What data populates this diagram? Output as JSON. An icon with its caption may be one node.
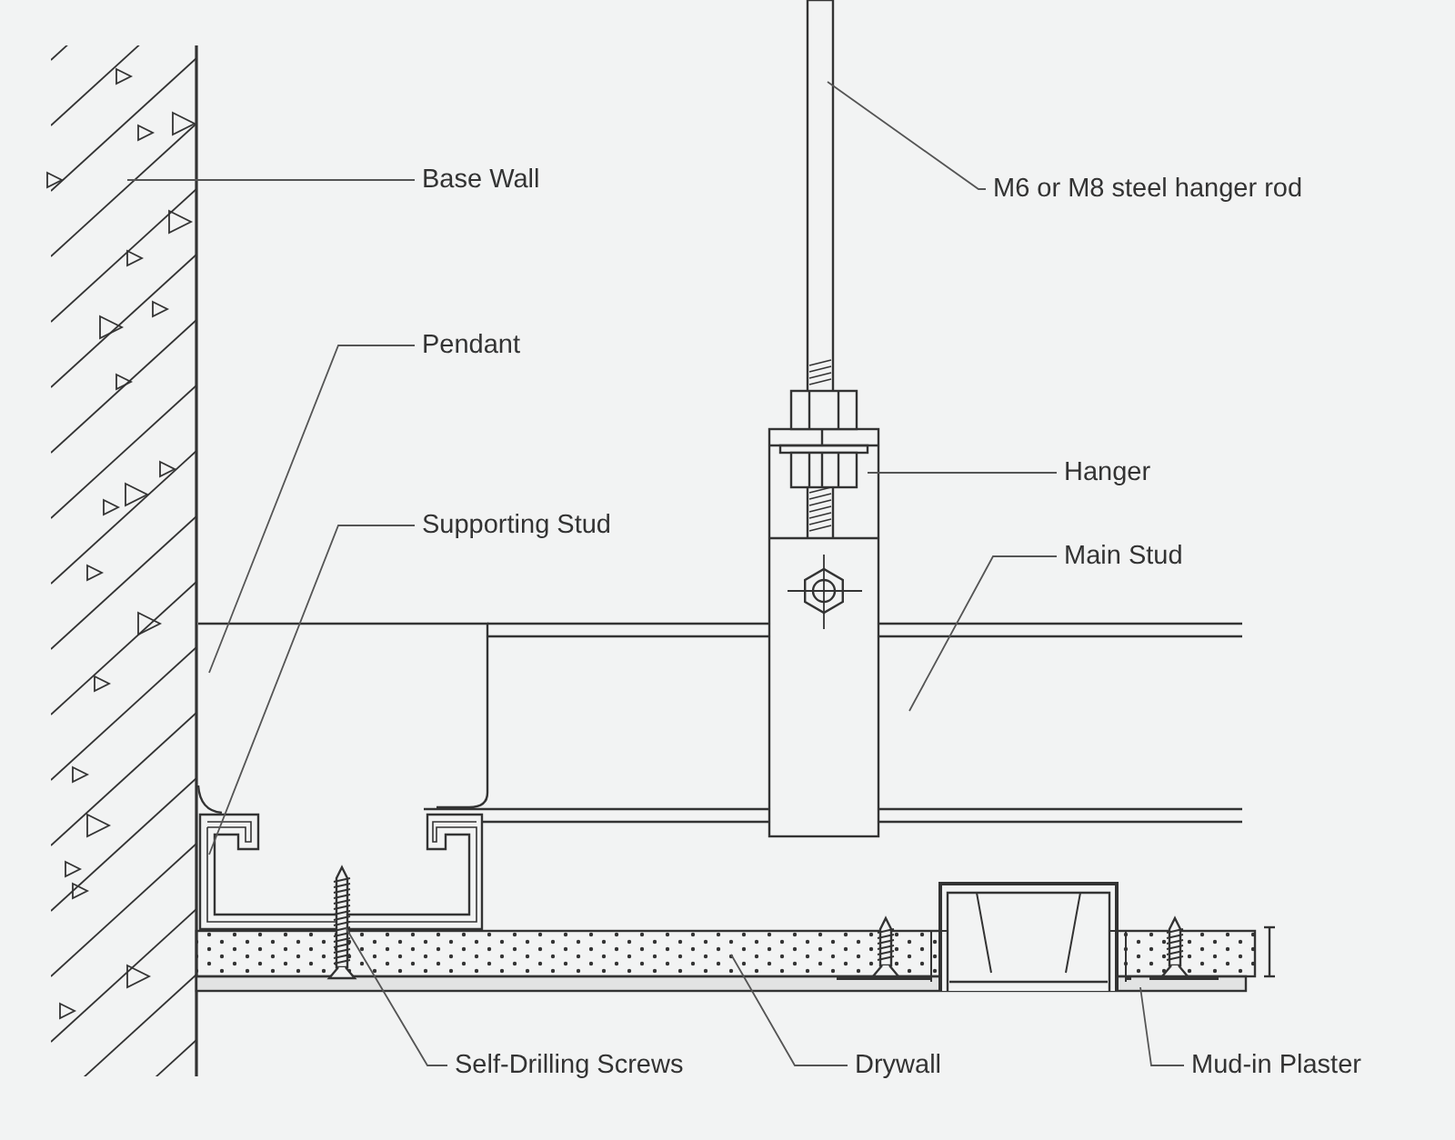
{
  "diagram": {
    "nodes": [
      {
        "text": [
          "Base Wall"
        ]
      },
      {
        "text": [
          "M6 or M8 steel hanger rod"
        ]
      },
      {
        "text": [
          "Pendant"
        ]
      },
      {
        "text": [
          "Supporting Stud"
        ]
      },
      {
        "text": [
          "Hanger"
        ]
      },
      {
        "text": [
          "Main Stud"
        ]
      },
      {
        "text": [
          "Self-Drilling Screws"
        ]
      },
      {
        "text": [
          "Drywall"
        ]
      },
      {
        "text": [
          "Mud-in Plaster"
        ]
      },
      {
        "text": [],
        "shape": "picture"
      },
      {
        "text": [],
        "shape": "picture"
      },
      {
        "text": [],
        "shape": "picture"
      },
      {
        "text": [],
        "shape": "picture"
      },
      {
        "text": [],
        "shape": "picture"
      },
      {
        "text": [],
        "shape": "picture"
      },
      {
        "text": [],
        "shape": "picture"
      },
      {
        "text": [],
        "shape": "picture"
      },
      {
        "text": [],
        "shape": "picture"
      }
    ],
    "edges": [
      {
        "from": 0,
        "to": 9,
        "arrow": "none"
      },
      {
        "from": 1,
        "to": 10,
        "arrow": "none"
      },
      {
        "from": 2,
        "to": 11,
        "arrow": "none"
      },
      {
        "from": 3,
        "to": 12,
        "arrow": "none"
      },
      {
        "from": 4,
        "to": 13,
        "arrow": "none"
      },
      {
        "from": 5,
        "to": 14,
        "arrow": "none"
      },
      {
        "from": 6,
        "to": 15,
        "arrow": "none"
      },
      {
        "from": 7,
        "to": 16,
        "arrow": "none"
      },
      {
        "from": 8,
        "to": 17,
        "arrow": "none"
      }
    ]
  }
}
